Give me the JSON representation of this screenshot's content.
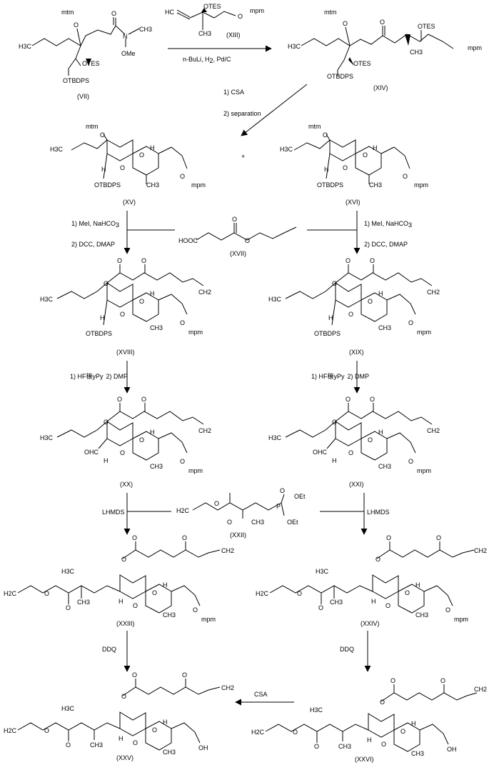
{
  "compounds": {
    "c7": {
      "label": "(VII)",
      "groups": [
        "mtm",
        "O",
        "H3C",
        "N",
        "CH3",
        "OMe",
        "OTES",
        "OTBDPS",
        "O"
      ]
    },
    "c13": {
      "label": "(XIII)",
      "groups": [
        "HC",
        "OTES",
        "O",
        "mpm",
        "CH3"
      ]
    },
    "c14": {
      "label": "(XIV)",
      "groups": [
        "mtm",
        "O",
        "H3C",
        "O",
        "OTES",
        "mpm",
        "OTES",
        "OTBDPS",
        "CH3"
      ]
    },
    "c15": {
      "label": "(XV)",
      "groups": [
        "mtm",
        "O",
        "H3C",
        "O",
        "O",
        "H",
        "H",
        "OTBDPS",
        "CH3",
        "O",
        "mpm"
      ]
    },
    "c16": {
      "label": "(XVI)",
      "groups": [
        "mtm",
        "O",
        "H3C",
        "O",
        "O",
        "H",
        "H",
        "OTBDPS",
        "CH3",
        "O",
        "mpm"
      ]
    },
    "c17": {
      "label": "(XVII)",
      "groups": [
        "HOOC",
        "O",
        "O"
      ]
    },
    "c18": {
      "label": "(XVIII)",
      "groups": [
        "O",
        "O",
        "O",
        "CH2",
        "H3C",
        "O",
        "O",
        "H",
        "H",
        "OTBDPS",
        "CH3",
        "O",
        "mpm"
      ]
    },
    "c19": {
      "label": "(XIX)",
      "groups": [
        "O",
        "O",
        "O",
        "CH2",
        "H3C",
        "O",
        "O",
        "H",
        "H",
        "OTBDPS",
        "CH3",
        "O",
        "mpm"
      ]
    },
    "c20": {
      "label": "(XX)",
      "groups": [
        "O",
        "O",
        "O",
        "CH2",
        "H3C",
        "O",
        "O",
        "H",
        "OHC",
        "H",
        "CH3",
        "O",
        "mpm"
      ]
    },
    "c21": {
      "label": "(XXI)",
      "groups": [
        "O",
        "O",
        "O",
        "CH2",
        "H3C",
        "O",
        "O",
        "H",
        "OHC",
        "H",
        "CH3",
        "O",
        "mpm"
      ]
    },
    "c22": {
      "label": "(XXII)",
      "groups": [
        "H2C",
        "O",
        "O",
        "CH3",
        "P",
        "OEt",
        "OEt",
        "O"
      ]
    },
    "c23": {
      "label": "(XXIII)",
      "groups": [
        "O",
        "O",
        "O",
        "CH2",
        "H3C",
        "H2C",
        "O",
        "O",
        "CH3",
        "O",
        "O",
        "H",
        "H",
        "CH3",
        "O",
        "mpm"
      ]
    },
    "c24": {
      "label": "(XXIV)",
      "groups": [
        "O",
        "O",
        "O",
        "CH2",
        "H3C",
        "H2C",
        "O",
        "O",
        "CH3",
        "O",
        "O",
        "H",
        "H",
        "CH3",
        "O",
        "mpm"
      ]
    },
    "c25": {
      "label": "(XXV)",
      "groups": [
        "O",
        "O",
        "O",
        "CH2",
        "H3C",
        "H2C",
        "O",
        "O",
        "CH3",
        "O",
        "O",
        "H",
        "H",
        "CH3",
        "OH"
      ]
    },
    "c26": {
      "label": "(XXVI)",
      "groups": [
        "O",
        "O",
        "O",
        "CH2",
        "H3C",
        "H2C",
        "O",
        "O",
        "CH3",
        "O",
        "O",
        "H",
        "H",
        "CH3",
        "OH"
      ]
    }
  },
  "reagents": {
    "r1": "n-BuLi, H",
    "r1_sub": "2",
    "r1_tail": ", Pd/C",
    "r2a": "1) CSA",
    "r2b": "2) separation",
    "plus": "+",
    "r3a": "1) MeI, NaHCO",
    "r3a_sub": "3",
    "r3b": "2) DCC, DMAP",
    "r4a": "1) MeI, NaHCO",
    "r4a_sub": "3",
    "r4b": "2) DCC, DMAP",
    "r5a": "1) HF",
    "r5a_garbled": "穣",
    "r5a_tail": "yPy",
    "r5b": "2) DMP",
    "r6a": "1) HF",
    "r6a_garbled": "穣",
    "r6a_tail": "yPy",
    "r6b": "2) DMP",
    "r7": "LHMDS",
    "r8": "LHMDS",
    "r9": "DDQ",
    "r10": "DDQ",
    "r11": "CSA"
  }
}
